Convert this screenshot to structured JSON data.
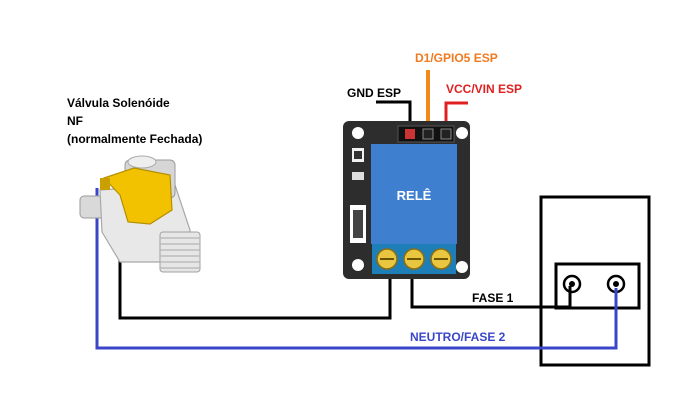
{
  "valve": {
    "line1": "Válvula Solenóide",
    "line2": "NF",
    "line3": "(normalmente Fechada)"
  },
  "relay": {
    "label": "RELÊ"
  },
  "pins": {
    "gnd": "GND ESP",
    "data": "D1/GPIO5 ESP",
    "vcc": "VCC/VIN ESP"
  },
  "wires": {
    "fase1": "FASE 1",
    "neutro": "NEUTRO/FASE 2"
  },
  "colors": {
    "gnd_wire": "#000000",
    "data_wire": "#f08a1c",
    "vcc_wire": "#e02020",
    "neutral_wire": "#3a46c8",
    "data_label": "#f07a20",
    "vcc_label": "#e02020",
    "neutral_label": "#3a46c8",
    "relay_board": "#2d2d2d",
    "relay_body": "#3f7fd0",
    "terminal_green": "#1e7fb8"
  }
}
